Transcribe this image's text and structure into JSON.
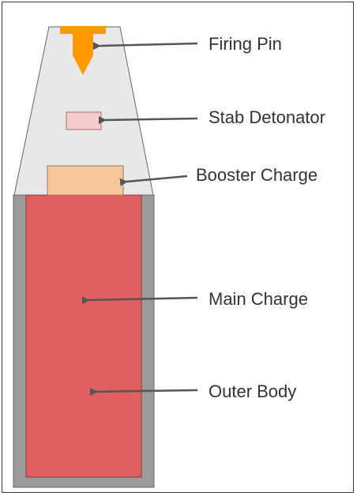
{
  "diagram": {
    "labels": {
      "firing_pin": "Firing Pin",
      "stab_detonator": "Stab Detonator",
      "booster_charge": "Booster Charge",
      "main_charge": "Main Charge",
      "outer_body": "Outer Body"
    },
    "colors": {
      "nose_cone": "#e8e8e8",
      "outer_body": "#9b9b9b",
      "main_charge": "#e06060",
      "booster_charge": "#f7c79b",
      "stab_detonator": "#f4cccc",
      "firing_pin": "#ff9900",
      "arrow": "#555555",
      "outline": "#666666"
    }
  }
}
